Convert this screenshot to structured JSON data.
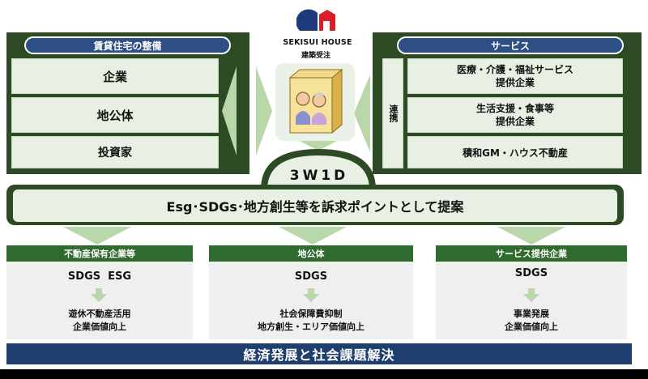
{
  "logo": {
    "brand": "SEKISUI HOUSE",
    "subtitle": "建築受注"
  },
  "left_panel": {
    "header": "賃貸住宅の整備",
    "items": [
      "企業",
      "地公体",
      "投資家"
    ]
  },
  "right_panel": {
    "header": "サービス",
    "link_label": "連携",
    "items": [
      {
        "line1": "医療・介護・福祉サービス",
        "line2": "提供企業"
      },
      {
        "line1": "生活支援・食事等",
        "line2": "提供企業"
      },
      {
        "line1": "積和GM・ハウス不動産",
        "line2": ""
      }
    ]
  },
  "center": {
    "label": "3W1D"
  },
  "main_banner": "Esg･SDGs･地方創生等を訴求ポイントとして提案",
  "cards": [
    {
      "header": "不動産保有企業等",
      "top": "SDGS  ESG",
      "bottom1": "遊休不動産活用",
      "bottom2": "企業価値向上"
    },
    {
      "header": "地公体",
      "top": "SDGS",
      "bottom1": "社会保障費抑制",
      "bottom2": "地方創生・エリア価値向上"
    },
    {
      "header": "サービス提供企業",
      "top": "SDGS",
      "bottom1": "事業発展",
      "bottom2": "企業価値向上"
    }
  ],
  "footer": "経済発展と社会課題解決",
  "colors": {
    "dark_green": "#2c4a24",
    "light_green": "#e8f0e3",
    "navy": "#2e4f84",
    "footer_blue": "#1f3f6e",
    "arrow_green": "#b9d7a8"
  }
}
